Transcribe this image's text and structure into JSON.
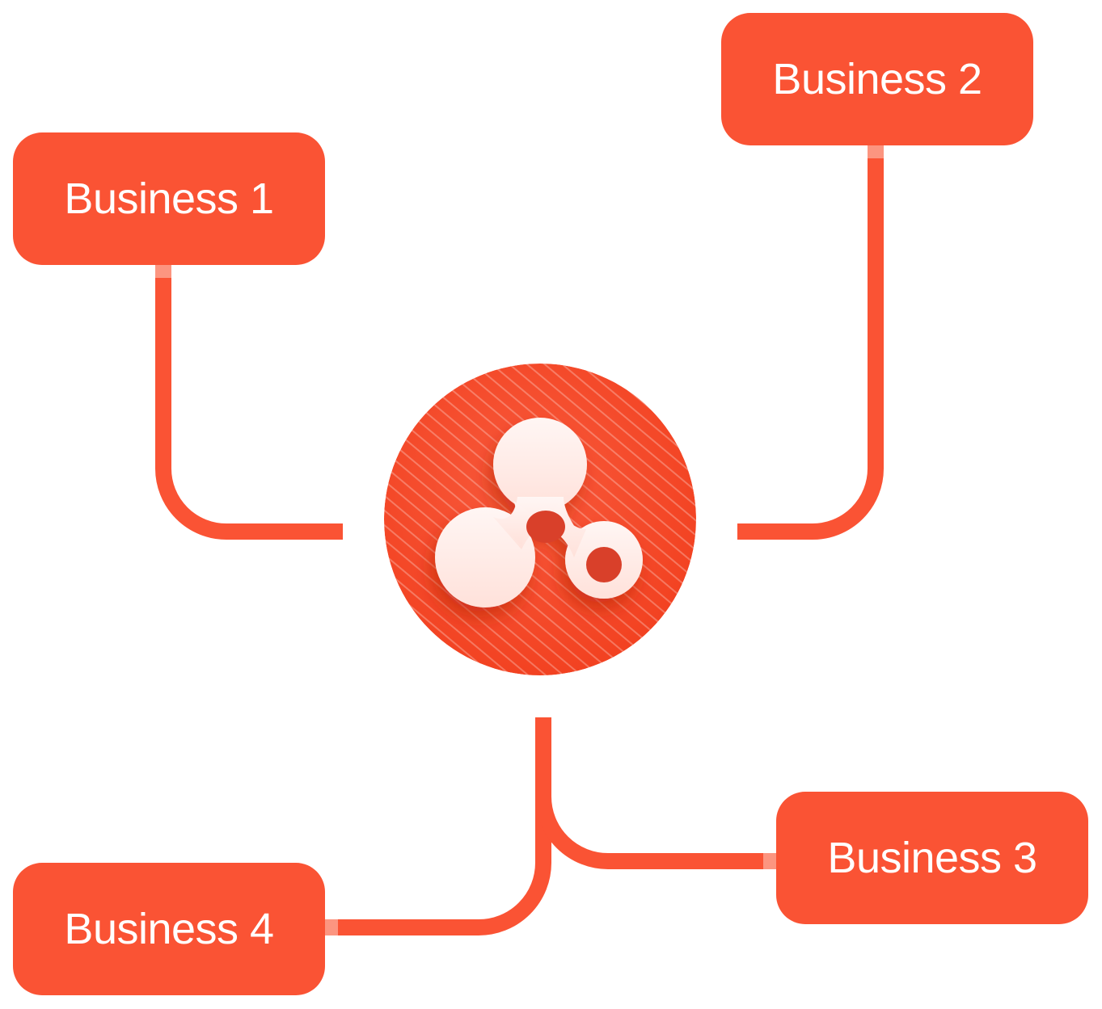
{
  "diagram": {
    "type": "hub-and-spoke",
    "hub": {
      "icon": "network-nodes-logo-icon",
      "label": ""
    },
    "nodes": [
      {
        "id": "business-1",
        "label": "Business 1"
      },
      {
        "id": "business-2",
        "label": "Business 2"
      },
      {
        "id": "business-3",
        "label": "Business 3"
      },
      {
        "id": "business-4",
        "label": "Business 4"
      }
    ],
    "edges": [
      {
        "from": "hub",
        "to": "business-1"
      },
      {
        "from": "hub",
        "to": "business-2"
      },
      {
        "from": "hub",
        "to": "business-3"
      },
      {
        "from": "hub",
        "to": "business-4"
      }
    ]
  },
  "colors": {
    "accent": "#FA5334",
    "hub_bg": "#F44A2A",
    "connector_highlight": "#FC9580",
    "text": "#FFFFFF"
  }
}
